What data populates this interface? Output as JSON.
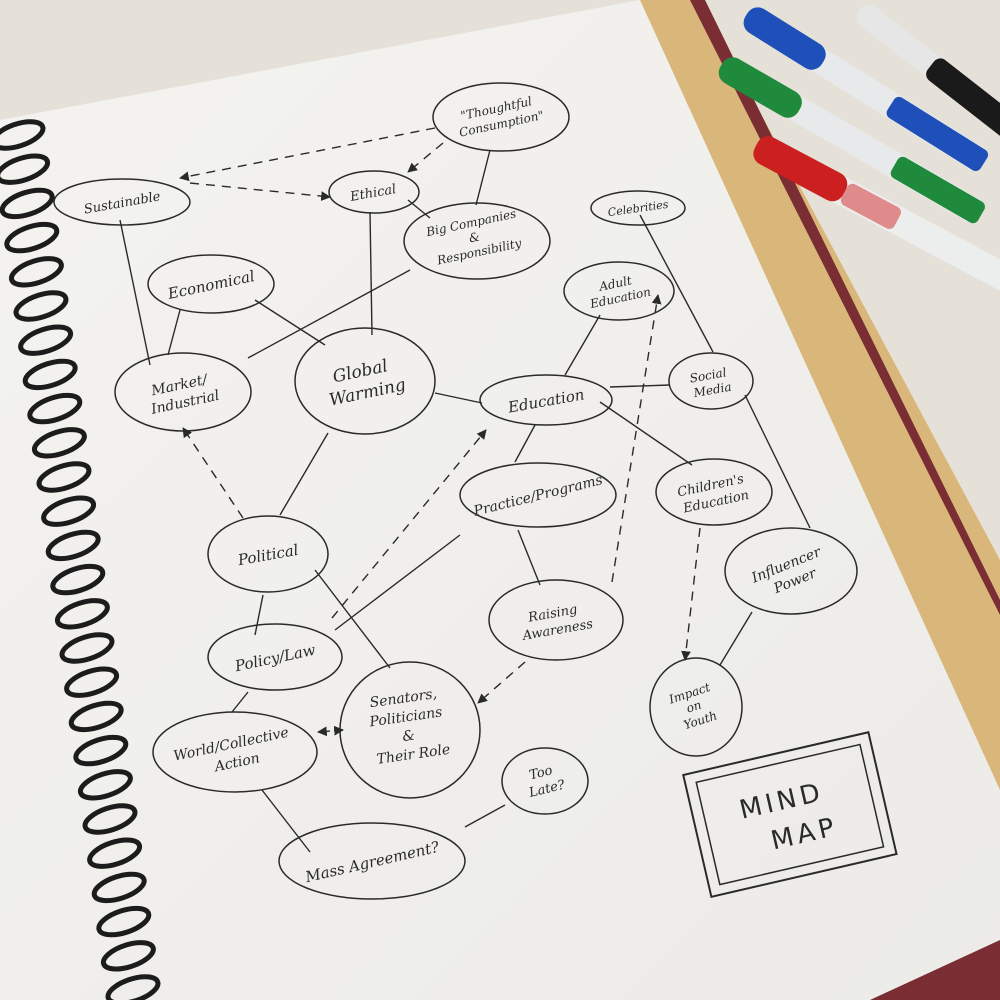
{
  "nodes": {
    "thoughtful": [
      "\"Thoughtful",
      "Consumption\""
    ],
    "sustainable": [
      "Sustainable"
    ],
    "ethical": [
      "Ethical"
    ],
    "big_companies": [
      "Big Companies",
      "&",
      "Responsibility"
    ],
    "celebrities": [
      "Celebrities"
    ],
    "economical": [
      "Economical"
    ],
    "adult_education": [
      "Adult",
      "Education"
    ],
    "market": [
      "Market/",
      "Industrial"
    ],
    "global_warming": [
      "Global",
      "Warming"
    ],
    "education": [
      "Education"
    ],
    "social_media": [
      "Social",
      "Media"
    ],
    "practice": [
      "Practice/Programs"
    ],
    "childrens_education": [
      "Children's",
      "Education"
    ],
    "political": [
      "Political"
    ],
    "influencer": [
      "Influencer",
      "Power"
    ],
    "raising_awareness": [
      "Raising",
      "Awareness"
    ],
    "policy": [
      "Policy/Law"
    ],
    "impact_youth": [
      "Impact",
      "on",
      "Youth"
    ],
    "world_action": [
      "World/Collective",
      "Action"
    ],
    "senators": [
      "Senators,",
      "Politicians",
      "&",
      "Their Role"
    ],
    "too_late": [
      "Too",
      "Late?"
    ],
    "mass_agreement": [
      "Mass Agreement?"
    ]
  },
  "title": [
    "MIND",
    "MAP"
  ],
  "colors": {
    "paper": "#f7f6f3",
    "ink": "#2a2a2a",
    "cardboard": "#d9b77a",
    "binder_edge": "#7a2e33",
    "spiral": "#1c1c1c",
    "pen_blue": "#1f4fb8",
    "pen_green": "#1f8a3c",
    "pen_red": "#cc2020",
    "pen_black": "#1a1a1a"
  }
}
